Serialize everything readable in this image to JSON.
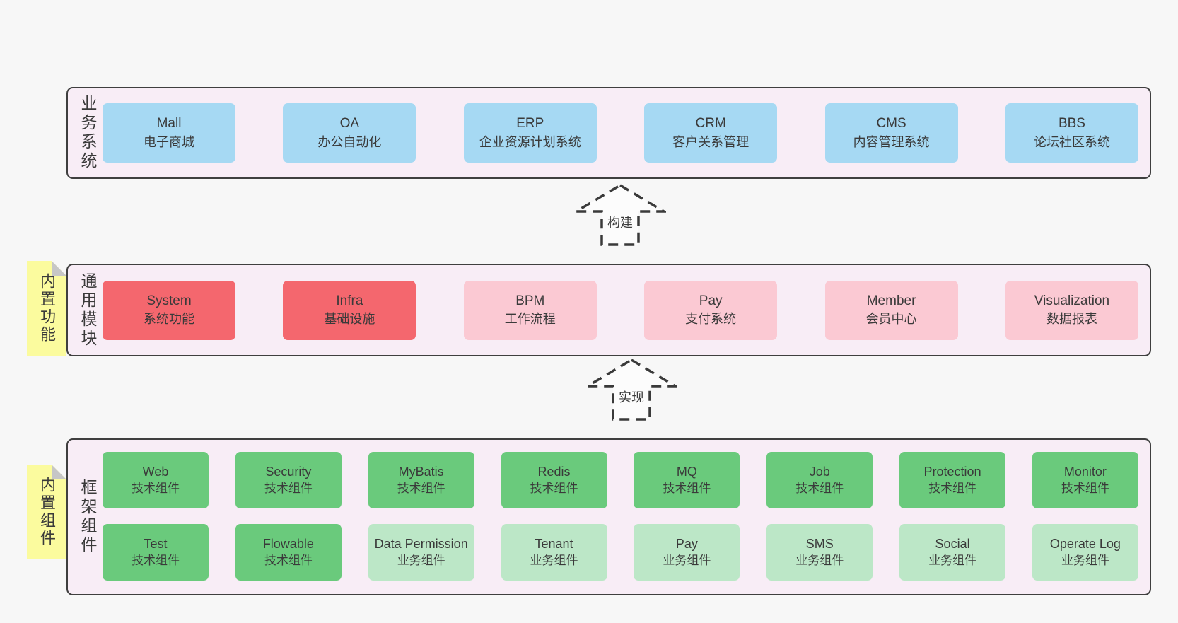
{
  "colors": {
    "page_bg": "#f7f7f7",
    "band_bg": "#f8edf6",
    "band_border": "#3f3f3f",
    "blue": "#a6d9f3",
    "red": "#f4676e",
    "pink": "#fbc9d3",
    "green_dark": "#6aca7c",
    "green_light": "#bce7c7",
    "note_yellow": "#fbfb9e",
    "note_fold_gray": "#c6c6c6",
    "text": "#3a3a3a"
  },
  "arrows": [
    {
      "label": "构建"
    },
    {
      "label": "实现"
    }
  ],
  "bands": [
    {
      "label": "业务系统",
      "boxes": [
        {
          "en": "Mall",
          "cn": "电子商城"
        },
        {
          "en": "OA",
          "cn": "办公自动化"
        },
        {
          "en": "ERP",
          "cn": "企业资源计划系统"
        },
        {
          "en": "CRM",
          "cn": "客户关系管理"
        },
        {
          "en": "CMS",
          "cn": "内容管理系统"
        },
        {
          "en": "BBS",
          "cn": "论坛社区系统"
        }
      ]
    },
    {
      "label": "通用模块",
      "note": "内置功能",
      "boxes": [
        {
          "en": "System",
          "cn": "系统功能"
        },
        {
          "en": "Infra",
          "cn": "基础设施"
        },
        {
          "en": "BPM",
          "cn": "工作流程"
        },
        {
          "en": "Pay",
          "cn": "支付系统"
        },
        {
          "en": "Member",
          "cn": "会员中心"
        },
        {
          "en": "Visualization",
          "cn": "数据报表"
        }
      ]
    },
    {
      "label": "框架组件",
      "note": "内置组件",
      "row1": [
        {
          "en": "Web",
          "cn": "技术组件"
        },
        {
          "en": "Security",
          "cn": "技术组件"
        },
        {
          "en": "MyBatis",
          "cn": "技术组件"
        },
        {
          "en": "Redis",
          "cn": "技术组件"
        },
        {
          "en": "MQ",
          "cn": "技术组件"
        },
        {
          "en": "Job",
          "cn": "技术组件"
        },
        {
          "en": "Protection",
          "cn": "技术组件"
        },
        {
          "en": "Monitor",
          "cn": "技术组件"
        }
      ],
      "row2": [
        {
          "en": "Test",
          "cn": "技术组件"
        },
        {
          "en": "Flowable",
          "cn": "技术组件"
        },
        {
          "en": "Data Permission",
          "cn": "业务组件"
        },
        {
          "en": "Tenant",
          "cn": "业务组件"
        },
        {
          "en": "Pay",
          "cn": "业务组件"
        },
        {
          "en": "SMS",
          "cn": "业务组件"
        },
        {
          "en": "Social",
          "cn": "业务组件"
        },
        {
          "en": "Operate Log",
          "cn": "业务组件"
        }
      ]
    }
  ]
}
